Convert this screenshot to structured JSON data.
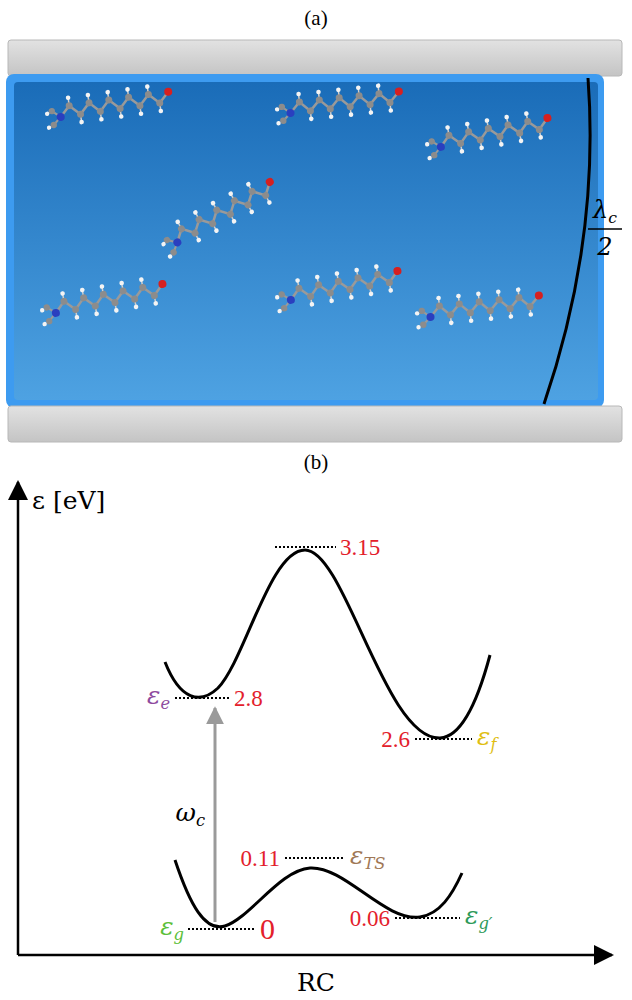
{
  "diagram": {
    "labels": [
      "(a)",
      "λc",
      "2",
      "(b)",
      "ε [eV]",
      "3.15",
      "2.8",
      "εe",
      "2.6",
      "εf",
      "ωc",
      "0.11",
      "εTS",
      "0",
      "εg",
      "0.06",
      "εg′",
      "RC"
    ]
  }
}
